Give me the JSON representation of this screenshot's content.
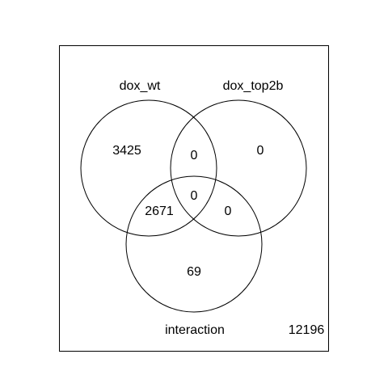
{
  "sets": {
    "a": "dox_wt",
    "b": "dox_top2b",
    "c": "interaction"
  },
  "regions": {
    "a_only": "3425",
    "b_only": "0",
    "c_only": "69",
    "ab": "0",
    "ac": "2671",
    "bc": "0",
    "abc": "0",
    "outside": "12196"
  },
  "colors": {
    "stroke": "#000000",
    "background": "#ffffff",
    "text": "#000000"
  }
}
